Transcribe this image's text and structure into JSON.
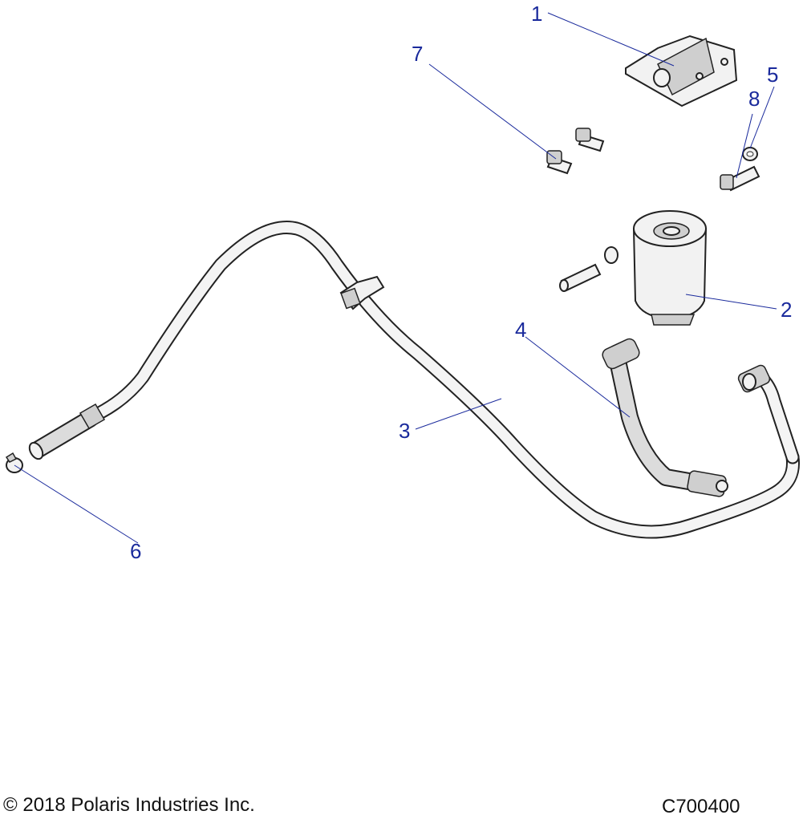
{
  "callouts": [
    {
      "id": "1",
      "label": "1"
    },
    {
      "id": "2",
      "label": "2"
    },
    {
      "id": "3",
      "label": "3"
    },
    {
      "id": "4",
      "label": "4"
    },
    {
      "id": "5",
      "label": "5"
    },
    {
      "id": "6",
      "label": "6"
    },
    {
      "id": "7",
      "label": "7"
    },
    {
      "id": "8",
      "label": "8"
    }
  ],
  "footer": {
    "copyright": "© 2018 Polaris Industries Inc.",
    "diagram_id": "C700400"
  },
  "colors": {
    "callout": "#1a2a9c",
    "outline": "#222222",
    "part_fill": "#f2f2f2"
  }
}
